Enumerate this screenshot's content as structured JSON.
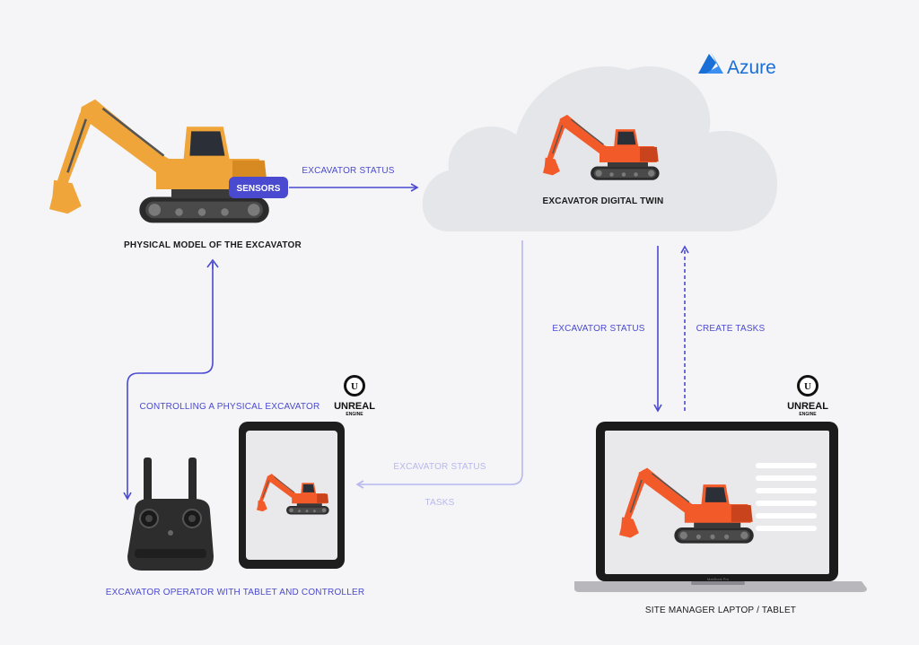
{
  "labels": {
    "physical_model": "PHYSICAL MODEL OF THE EXCAVATOR",
    "sensors": "SENSORS",
    "excavator_status_top": "EXCAVATOR STATUS",
    "digital_twin": "EXCAVATOR DIGITAL TWIN",
    "azure": "Azure",
    "excavator_status_right": "EXCAVATOR STATUS",
    "create_tasks": "CREATE TASKS",
    "controlling": "CONTROLLING A PHYSICAL EXCAVATOR",
    "excavator_status_faint": "EXCAVATOR STATUS",
    "tasks_faint": "TASKS",
    "operator": "EXCAVATOR OPERATOR WITH TABLET AND CONTROLLER",
    "site_manager": "SITE MANAGER LAPTOP / TABLET",
    "unreal_1": "UNREAL",
    "unreal_1_sub": "ENGINE",
    "unreal_2": "UNREAL",
    "unreal_2_sub": "ENGINE",
    "laptop_brand": "MacBook Pro"
  },
  "colors": {
    "arrow_blue": "#4a4ad0",
    "arrow_faint": "#b7b8ee",
    "excavator_orange": "#f0a53a",
    "twin_orange": "#f25a2a",
    "azure_blue": "#1a6fd6",
    "cloud": "#e5e6ea"
  }
}
